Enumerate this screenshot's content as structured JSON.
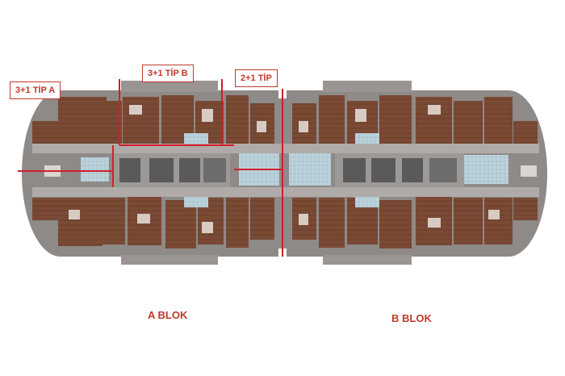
{
  "unit_types": {
    "tip_a": "3+1 TİP A",
    "tip_b": "3+1 TİP B",
    "tip_21": "2+1 TİP"
  },
  "blocks": {
    "a": "A BLOK",
    "b": "B BLOK"
  },
  "colors": {
    "marker_red": "#d0202a",
    "label_red": "#c0392b",
    "floor_wood": "#7a4a34",
    "corridor": "#a8a3a0",
    "slab": "#8e8a88",
    "wet_area": "#bcd3dc",
    "core": "#5a5a5a"
  }
}
